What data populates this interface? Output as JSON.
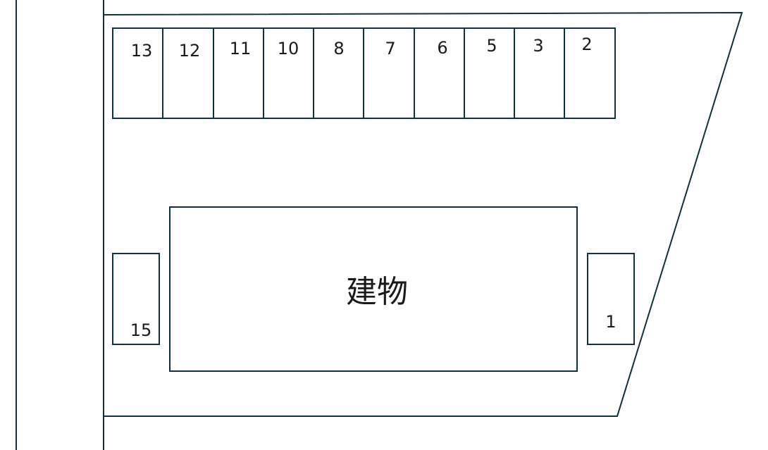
{
  "colors": {
    "line": "#10303d",
    "text": "#1a1a1a",
    "background": "#ffffff"
  },
  "building": {
    "label": "建物"
  },
  "spaces": {
    "top_row": [
      "13",
      "12",
      "11",
      "10",
      "8",
      "7",
      "6",
      "5",
      "3",
      "2"
    ],
    "left": "15",
    "right": "1"
  }
}
